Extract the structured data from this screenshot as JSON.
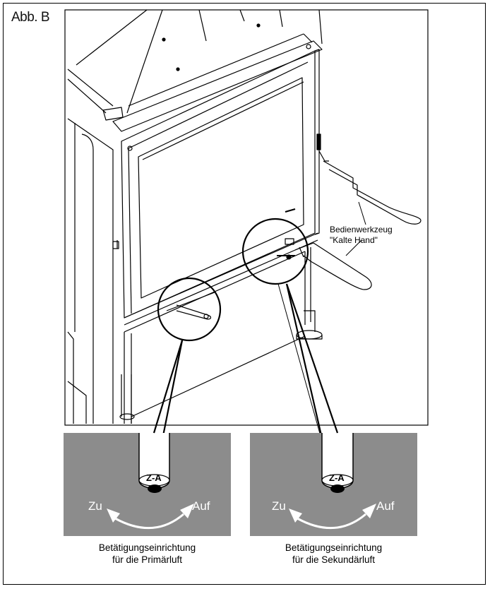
{
  "figure_label": "Abb. B",
  "tool_label": {
    "line1": "Bedienwerkzeug",
    "line2": "\"Kalte Hand\""
  },
  "panels": [
    {
      "marker": "Z-A",
      "left_label": "Zu",
      "right_label": "Auf",
      "caption_line1": "Betätigungseinrichtung",
      "caption_line2": "für die Primärluft"
    },
    {
      "marker": "Z-A",
      "left_label": "Zu",
      "right_label": "Auf",
      "caption_line1": "Betätigungseinrichtung",
      "caption_line2": "für die Sekundärluft"
    }
  ],
  "colors": {
    "panel_bg": "#8c8c8c",
    "line": "#000000",
    "arrow": "#ffffff"
  }
}
